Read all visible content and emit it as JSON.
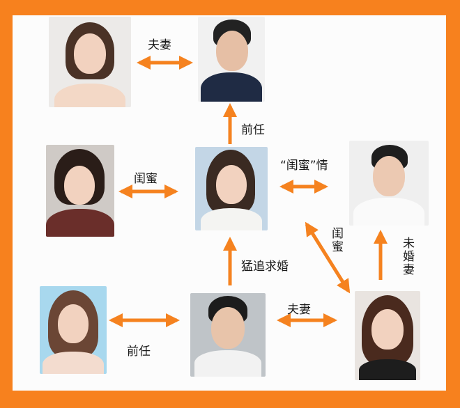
{
  "relations": {
    "top_spouse": "夫妻",
    "ex_up": "前任",
    "bestie_left": "闺蜜",
    "bestie_quote": "“闺蜜”情",
    "bestie_diag": "闺蜜",
    "fiance": "未婚妻",
    "pursue": "猛追求婚",
    "bottom_spouse": "夫妻",
    "ex_bottom": "前任"
  },
  "colors": {
    "border": "#f7811e",
    "arrow": "#f5821f",
    "canvas": "#fcfcfc"
  }
}
